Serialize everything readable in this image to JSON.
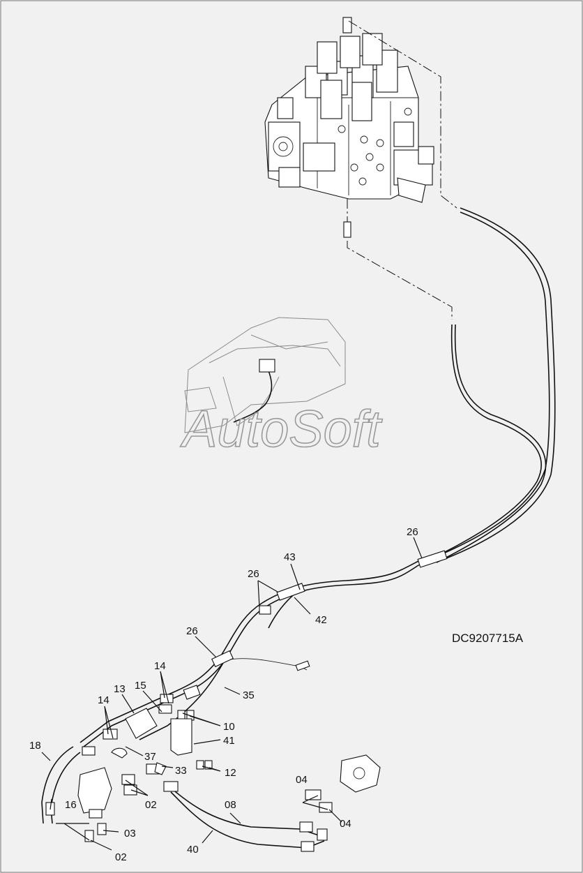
{
  "drawing": {
    "code": "DC9207715A",
    "watermark": "AutoSoft"
  },
  "callouts": [
    {
      "id": "c26a",
      "text": "26"
    },
    {
      "id": "c43",
      "text": "43"
    },
    {
      "id": "c26b",
      "text": "26"
    },
    {
      "id": "c42",
      "text": "42"
    },
    {
      "id": "c26c",
      "text": "26"
    },
    {
      "id": "c14a",
      "text": "14"
    },
    {
      "id": "c35",
      "text": "35"
    },
    {
      "id": "c13",
      "text": "13"
    },
    {
      "id": "c15",
      "text": "15"
    },
    {
      "id": "c14b",
      "text": "14"
    },
    {
      "id": "c10",
      "text": "10"
    },
    {
      "id": "c41",
      "text": "41"
    },
    {
      "id": "c18",
      "text": "18"
    },
    {
      "id": "c37",
      "text": "37"
    },
    {
      "id": "c33",
      "text": "33"
    },
    {
      "id": "c12",
      "text": "12"
    },
    {
      "id": "c04a",
      "text": "04"
    },
    {
      "id": "c16",
      "text": "16"
    },
    {
      "id": "c02a",
      "text": "02"
    },
    {
      "id": "c08",
      "text": "08"
    },
    {
      "id": "c04b",
      "text": "04"
    },
    {
      "id": "c03",
      "text": "03"
    },
    {
      "id": "c40",
      "text": "40"
    },
    {
      "id": "c02b",
      "text": "02"
    }
  ]
}
